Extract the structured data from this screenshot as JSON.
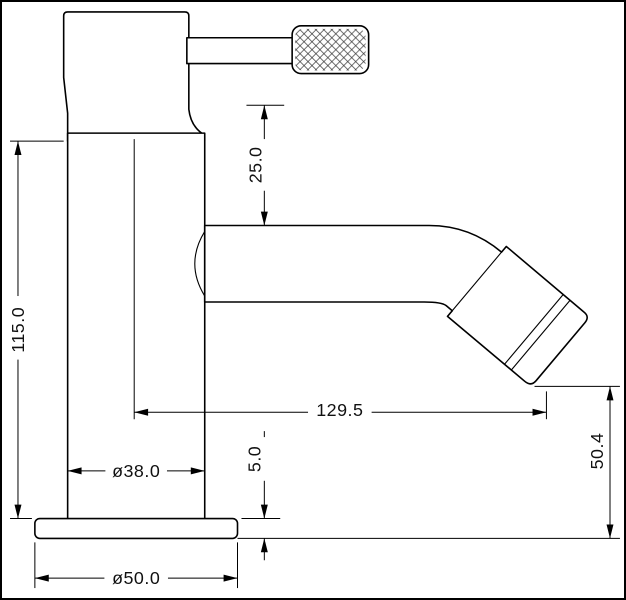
{
  "dimensions": {
    "handle_to_spout_height": "25.0",
    "body_height": "115.0",
    "spout_reach": "129.5",
    "base_plate_thickness": "5.0",
    "outlet_height": "50.4",
    "body_diameter": "ø38.0",
    "base_diameter": "ø50.0"
  }
}
